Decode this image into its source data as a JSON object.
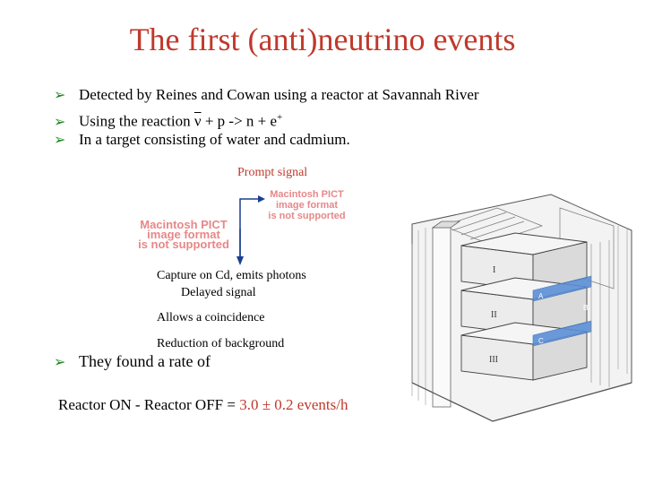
{
  "title": "The first (anti)neutrino events",
  "bullets": [
    "Detected by Reines and Cowan using a reactor at Savannah River",
    "Using the reaction",
    "In a target consisting of water and cadmium."
  ],
  "reaction": {
    "nu": "ν",
    "rest": " + p -> n + e",
    "sup": "+"
  },
  "prompt_signal": "Prompt signal",
  "placeholder_lines": [
    "Macintosh PICT",
    "image format",
    "is not supported"
  ],
  "capture": "Capture on  Cd, emits photons",
  "delayed": "Delayed signal",
  "coincidence": "Allows a coincidence",
  "background": "Reduction of background",
  "found": "They found a rate of",
  "result": {
    "label": "Reactor ON - Reactor OFF = ",
    "value": "3.0 ± 0.2 events/h"
  },
  "detector_labels": {
    "tank_1": "I",
    "tank_2": "II",
    "tank_3": "III",
    "A": "A",
    "B": "B",
    "C": "C"
  },
  "colors": {
    "title": "#c0392b",
    "bullet_arrow": "#1f8a1f",
    "arrow": "#1a3f8f",
    "tank_blue": "#5b8fd6"
  },
  "bullet_icon": "arrow-bullet-icon"
}
